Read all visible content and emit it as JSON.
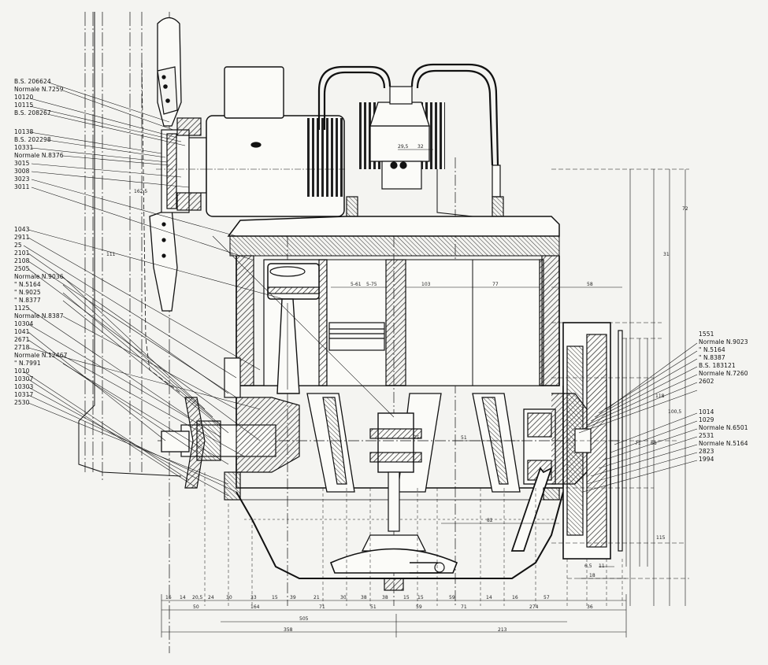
{
  "labels_left_group1": [
    "B.S. 206624",
    "Normale N.7259",
    "10120",
    "10115",
    "B.S. 208267"
  ],
  "labels_left_group2": [
    "10138",
    "B.S. 202298",
    "10331",
    "Normale N.8376",
    "3015",
    "3008",
    "3023",
    "3011"
  ],
  "labels_left_group3": [
    "1043",
    "2911",
    "25",
    "2101",
    "2108",
    "2505",
    "Normale N.9036",
    "\"  N.5164",
    "\"  N.9025",
    "\"  N.8377",
    "1125",
    "Normale N.8387",
    "10304",
    "1041",
    "2671",
    "2718",
    "Normale N.12467",
    "\"  N.7991",
    "1010",
    "10307",
    "10303",
    "10317",
    "2530"
  ],
  "labels_right_group1": [
    "1551",
    "Normale N.9023",
    "\"  N.5164",
    "\"  N.8387",
    "B.S. 183121",
    "Normale N.7260",
    "2602"
  ],
  "labels_right_group2": [
    "1014",
    "1029",
    "Normale N.6501",
    "2531",
    "Normale N.5164",
    "2823",
    "1994"
  ],
  "dims_bottom_row1": [
    "16",
    "14",
    "20,5",
    "24",
    "30",
    "33",
    "15",
    "39",
    "21",
    "30",
    "38",
    "38",
    "15",
    "15",
    "59",
    "14",
    "16",
    "57"
  ],
  "dims_bottom_row2": [
    "50",
    "164",
    "71",
    "51",
    "59",
    "71",
    "274",
    "36"
  ],
  "dims_bottom_row3": [
    "505"
  ],
  "dims_bottom_row4": [
    "358",
    "213"
  ],
  "dims_inner": [
    "5-61",
    "103",
    "77",
    "58",
    "75",
    "51",
    "82",
    "32",
    "29,5",
    "5-75"
  ],
  "dims_right_vertical": [
    "72",
    "31",
    "118",
    "100,5",
    "68",
    "71",
    "115",
    "6,5",
    "11",
    "18"
  ],
  "dims_left_vertical": [
    "111",
    "162,5"
  ]
}
